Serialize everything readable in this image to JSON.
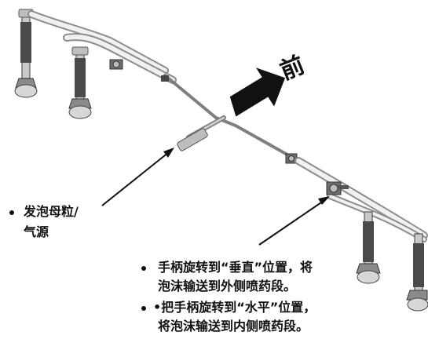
{
  "diagram": {
    "direction_label": "前",
    "foam_source_label_line1": "发泡母粒/",
    "foam_source_label_line2": "气源",
    "handle_vertical_line1": "手柄旋转到“垂直”位置，将",
    "handle_vertical_line2": "泡沫输送到外侧喷药段。",
    "handle_horizontal_line1": "•把手柄旋转到“水平”位置，",
    "handle_horizontal_line2": "将泡沫输送到内侧喷药段。"
  }
}
